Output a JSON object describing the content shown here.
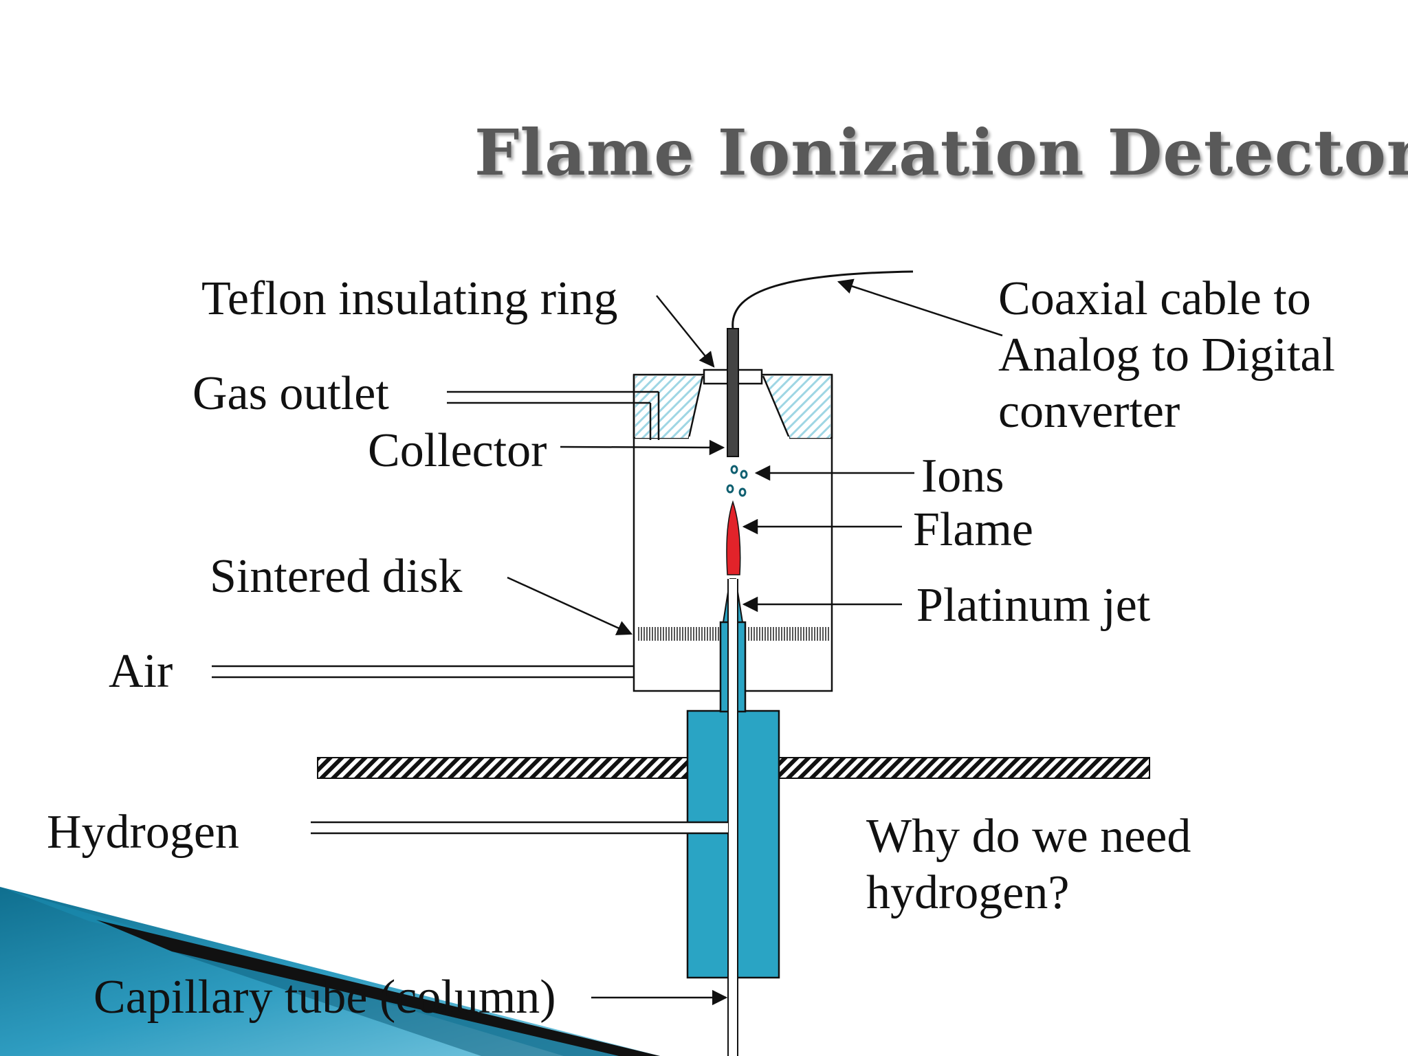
{
  "title": "Flame Ionization Detector",
  "labels": {
    "teflon_ring": "Teflon insulating ring",
    "gas_outlet": "Gas outlet",
    "collector": "Collector",
    "sintered_disk": "Sintered disk",
    "air": "Air",
    "hydrogen": "Hydrogen",
    "capillary": "Capillary tube (column)",
    "coaxial": [
      "Coaxial cable to",
      "Analog to Digital",
      "converter"
    ],
    "ions": "Ions",
    "flame": "Flame",
    "platinum_jet": "Platinum jet"
  },
  "question": [
    "Why do we need",
    "hydrogen?"
  ],
  "colors": {
    "accent_blue": "#2aa4c4",
    "flame_red": "#e2232a",
    "title_gray": "#595959",
    "hatch_light": "#bfe6ee",
    "dark": "#111111"
  }
}
